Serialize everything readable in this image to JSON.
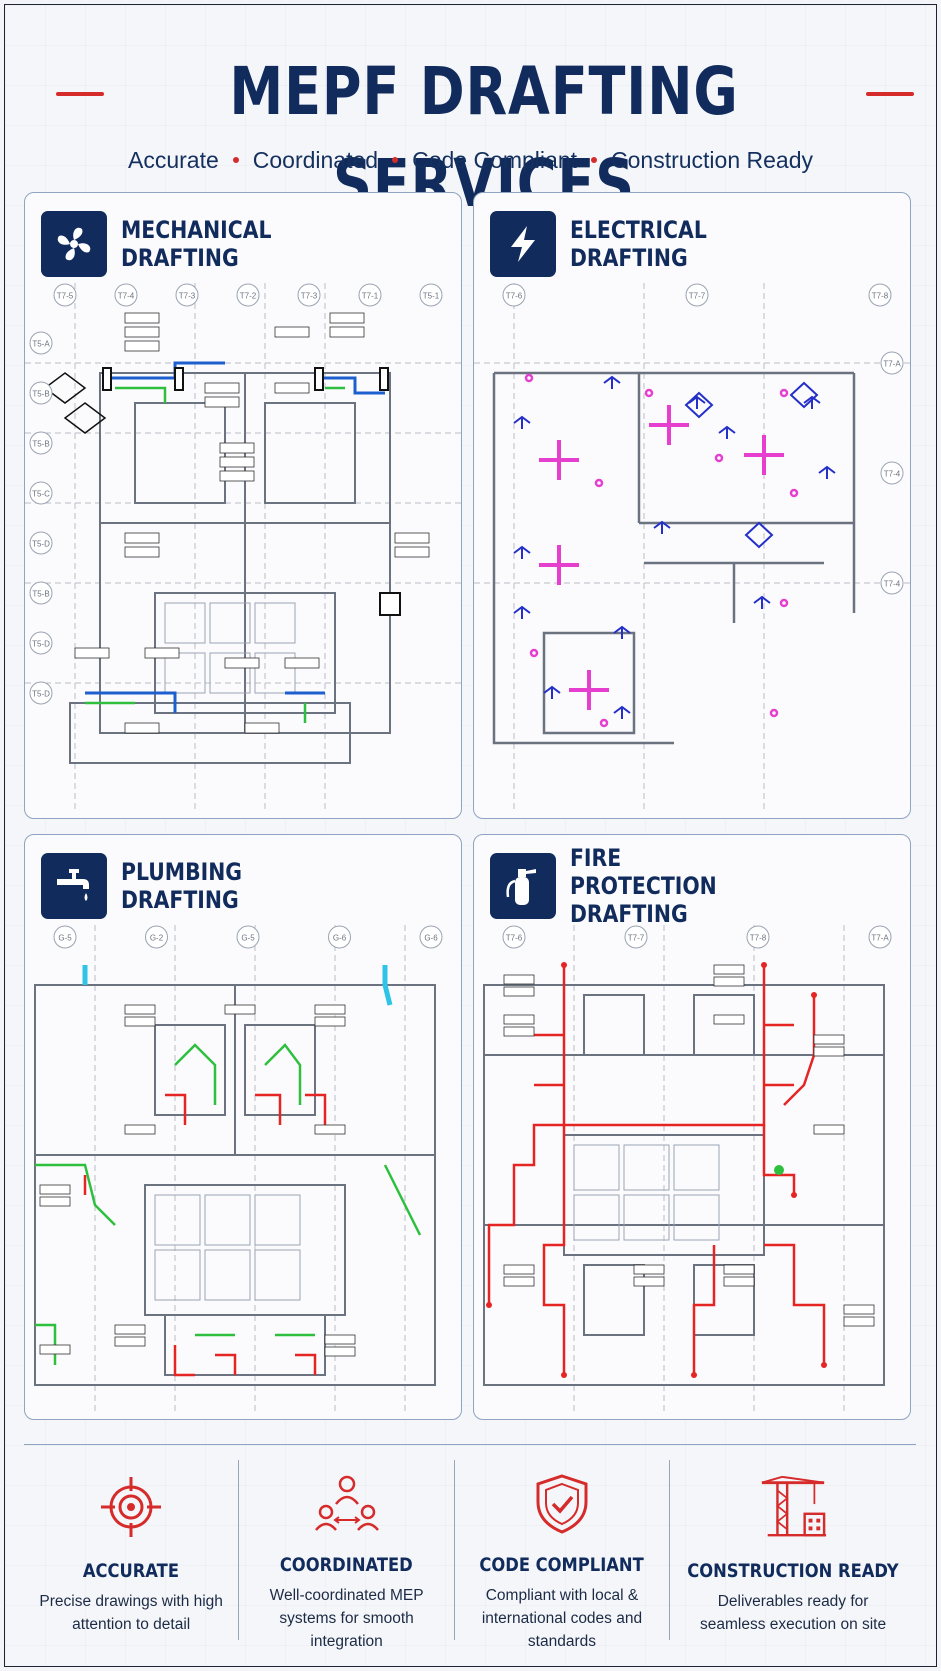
{
  "header": {
    "title": "MEPF DRAFTING SERVICES",
    "taglines": [
      "Accurate",
      "Coordinated",
      "Code Compliant",
      "Construction Ready"
    ]
  },
  "panels": [
    {
      "title": "MECHANICAL DRAFTING",
      "icon": "fan-icon",
      "grid_labels": [
        "T7-5",
        "T7-4",
        "T7-3",
        "T7-2",
        "T7-3",
        "T7-1",
        "T5-1",
        "T5-A",
        "T5-B",
        "T5-B",
        "T5-C",
        "T5-D",
        "T5-B",
        "T5-D",
        "T5-D"
      ]
    },
    {
      "title": "ELECTRICAL DRAFTING",
      "icon": "lightning-icon",
      "grid_labels": [
        "T7-6",
        "T7-7",
        "T7-8",
        "T7-A",
        "T7-4",
        "T7-4"
      ]
    },
    {
      "title": "PLUMBING DRAFTING",
      "icon": "faucet-icon",
      "grid_labels": [
        "G-5",
        "G-2",
        "G-5",
        "G-6",
        "G-6"
      ]
    },
    {
      "title": "FIRE PROTECTION DRAFTING",
      "icon": "fire-extinguisher-icon",
      "grid_labels": [
        "T7-6",
        "T7-7",
        "T7-8",
        "T7-A"
      ]
    }
  ],
  "features": [
    {
      "title": "ACCURATE",
      "description": "Precise drawings with high attention to detail",
      "icon": "target-icon"
    },
    {
      "title": "COORDINATED",
      "description": "Well-coordinated MEP systems for smooth integration",
      "icon": "team-network-icon"
    },
    {
      "title": "CODE COMPLIANT",
      "description": "Compliant with local & international codes and standards",
      "icon": "shield-check-icon"
    },
    {
      "title": "CONSTRUCTION READY",
      "description": "Deliverables ready for seamless execution on site",
      "icon": "tower-crane-icon"
    }
  ],
  "colors": {
    "navy": "#102b5c",
    "accent_red": "#d62b2b",
    "duct_blue": "#1e5fd0",
    "pipe_green": "#2fbf3f",
    "elec_magenta": "#e63fd0",
    "elec_blue": "#2430c8",
    "fire_red": "#e52424",
    "plumb_cyan": "#2ec4e6"
  }
}
